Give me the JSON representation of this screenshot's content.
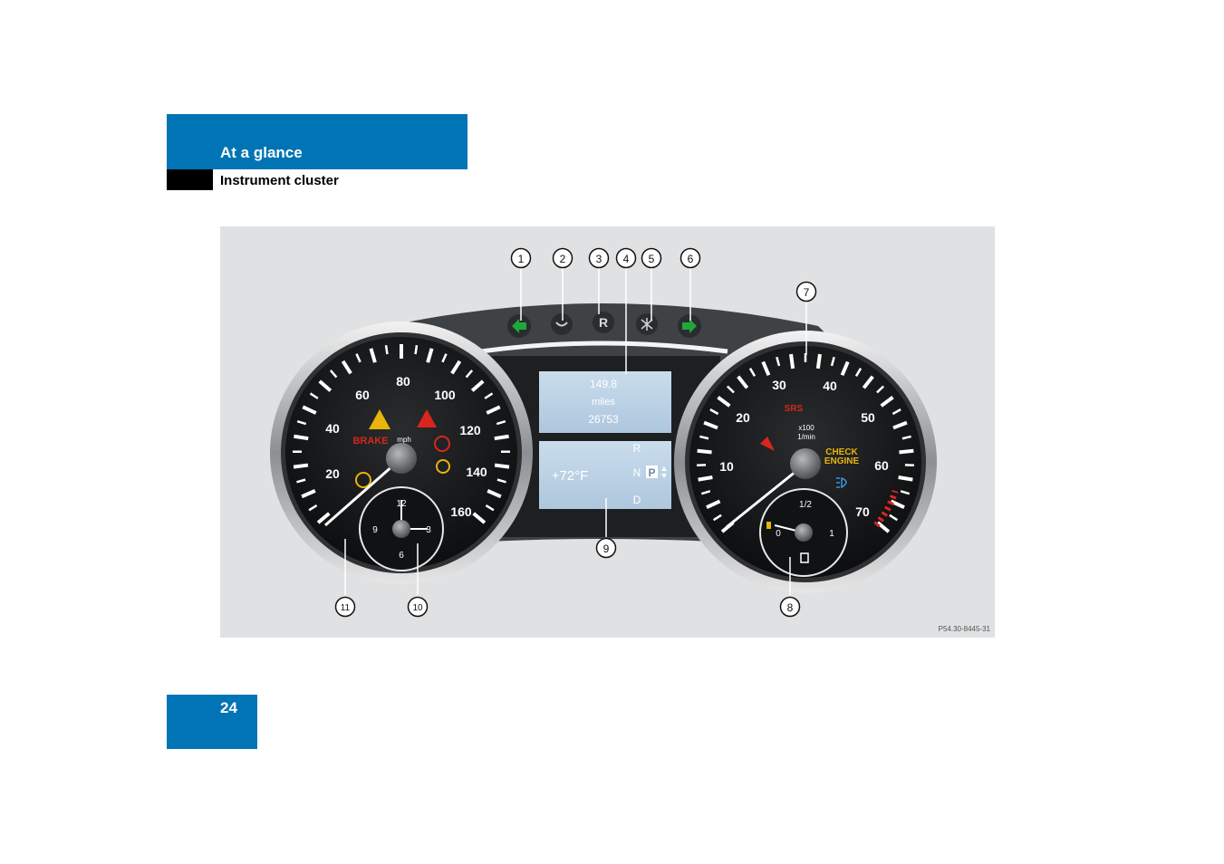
{
  "header": {
    "section": "At a glance",
    "subsection": "Instrument cluster"
  },
  "figure": {
    "code": "P54.30-8445-31",
    "callouts": [
      "1",
      "2",
      "3",
      "4",
      "5",
      "6",
      "7",
      "8",
      "9",
      "10",
      "11"
    ],
    "speedometer": {
      "labels": [
        "20",
        "40",
        "60",
        "80",
        "100",
        "120",
        "140",
        "160"
      ],
      "unit": "mph",
      "brake_label": "BRAKE"
    },
    "clock": {
      "labels": [
        "12",
        "3",
        "6",
        "9"
      ]
    },
    "display": {
      "trip": "149.8",
      "unit": "miles",
      "odometer": "26753",
      "temperature": "+72°F",
      "gears": [
        "R",
        "N",
        "P",
        "D"
      ]
    },
    "tachometer": {
      "labels": [
        "10",
        "20",
        "30",
        "40",
        "50",
        "60",
        "70"
      ],
      "unit_line1": "x100",
      "unit_line2": "1/min",
      "srs": "SRS",
      "check_engine_line1": "CHECK",
      "check_engine_line2": "ENGINE"
    },
    "fuel_gauge": {
      "labels": [
        "0",
        "1/2",
        "1"
      ]
    },
    "colors": {
      "turn_signal": "#1fa83a",
      "warning_red": "#d8261f",
      "warning_yellow": "#e9b40b",
      "lcd": "#bdd3e6",
      "accent_blue": "#0074b4"
    }
  },
  "page": {
    "number": "24"
  }
}
